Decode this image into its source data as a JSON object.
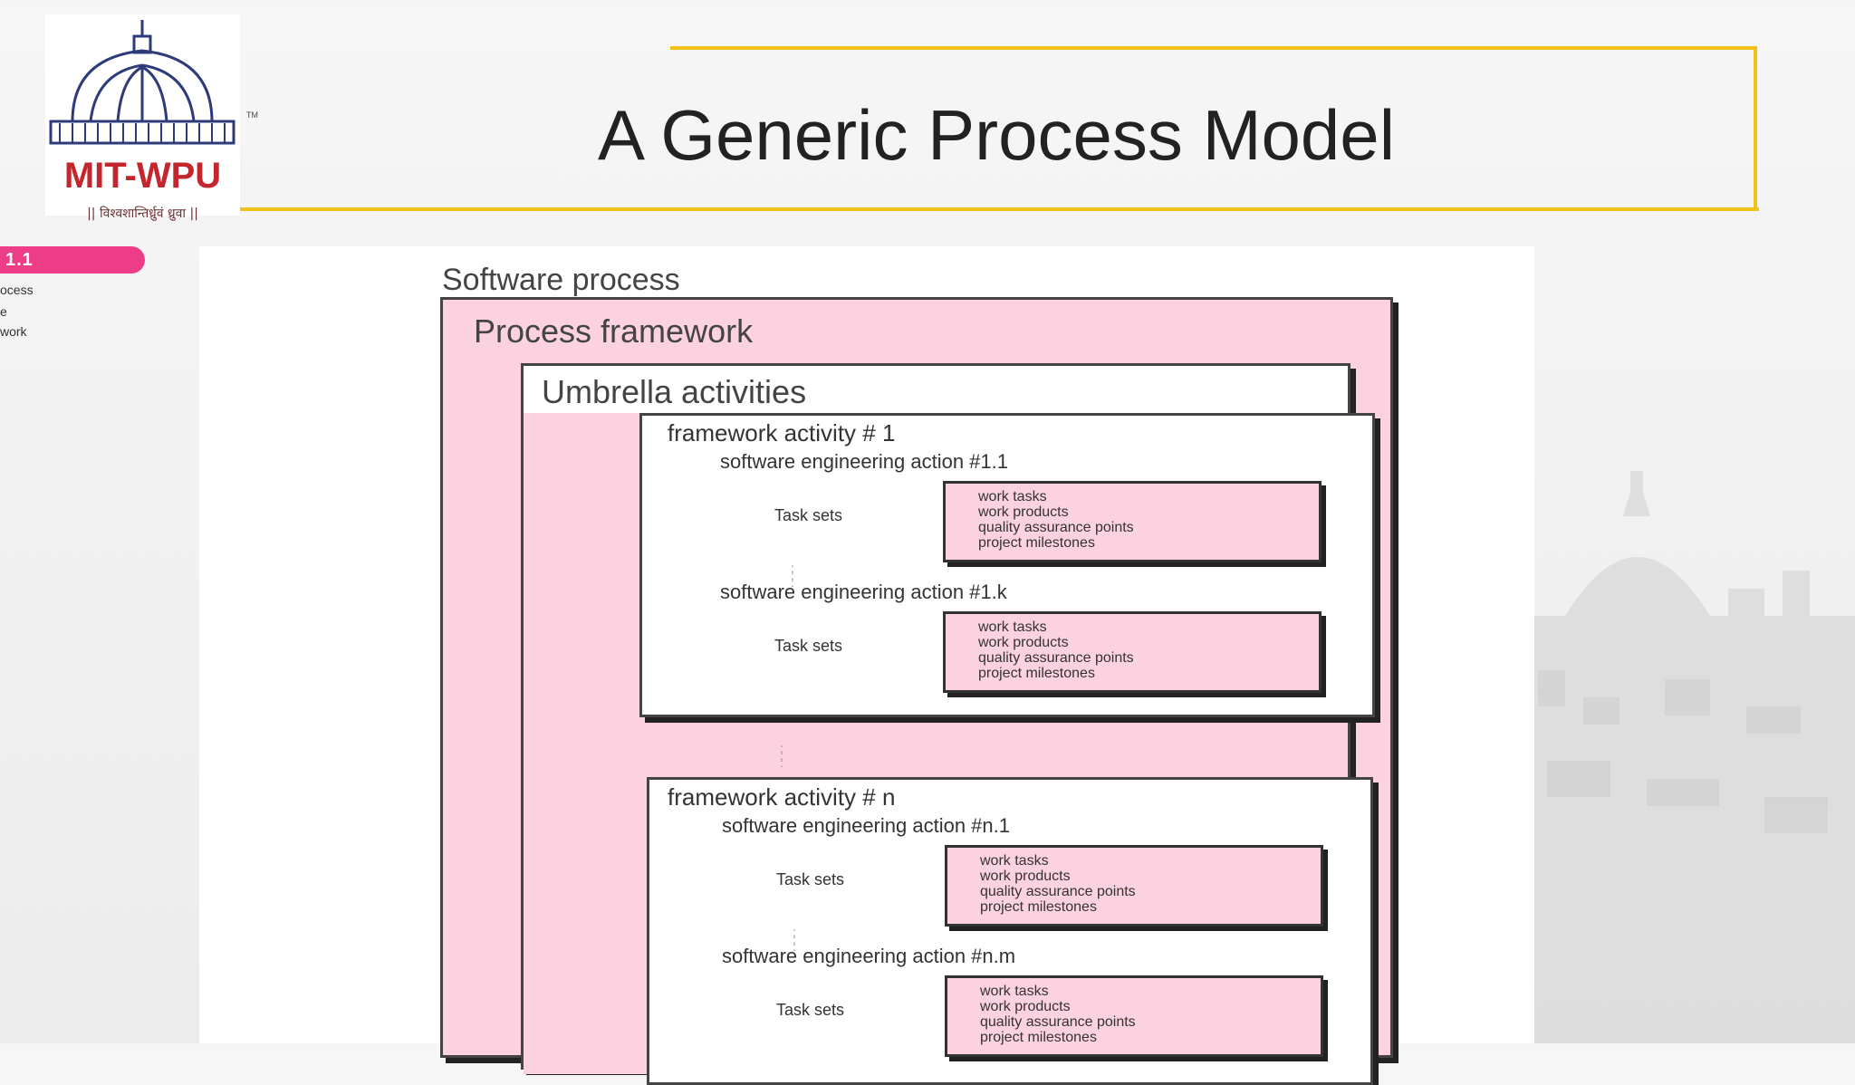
{
  "logo": {
    "brand": "MIT-WPU",
    "tagline": "|| विश्वशान्तिर्ध्रुवं ध्रुवा ||",
    "tm": "TM"
  },
  "title": "A Generic Process Model",
  "left_panel": {
    "tab": "1.1",
    "lines": [
      "ocess",
      "e",
      "work"
    ]
  },
  "diagram": {
    "outer_label": "Software process",
    "framework_label": "Process framework",
    "umbrella_label": "Umbrella activities",
    "activities": [
      {
        "label": "framework activity # 1",
        "actions": [
          {
            "label": "software engineering action #1.1",
            "task_sets": "Task sets",
            "items": [
              "work tasks",
              "work products",
              "quality assurance points",
              "project milestones"
            ]
          },
          {
            "label": "software engineering action #1.k",
            "task_sets": "Task sets",
            "items": [
              "work tasks",
              "work products",
              "quality assurance points",
              "project milestones"
            ]
          }
        ]
      },
      {
        "label": "framework activity # n",
        "actions": [
          {
            "label": "software engineering action #n.1",
            "task_sets": "Task sets",
            "items": [
              "work tasks",
              "work products",
              "quality assurance points",
              "project milestones"
            ]
          },
          {
            "label": "software engineering action #n.m",
            "task_sets": "Task sets",
            "items": [
              "work tasks",
              "work products",
              "quality assurance points",
              "project milestones"
            ]
          }
        ]
      }
    ]
  },
  "colors": {
    "accent_yellow": "#f2c219",
    "brand_red": "#c3262c",
    "diagram_pink": "#fcd2e1",
    "tab_pink": "#ec3d86"
  }
}
